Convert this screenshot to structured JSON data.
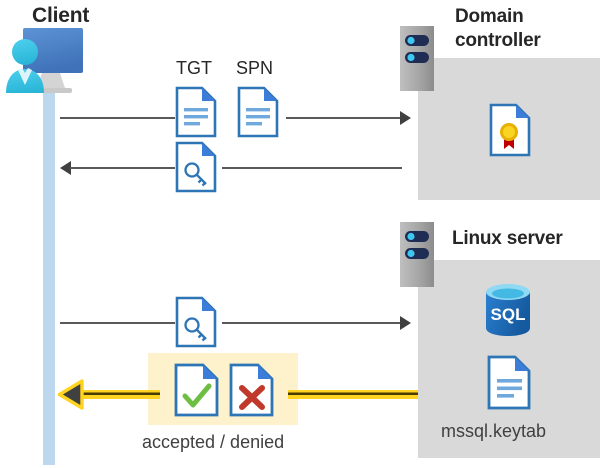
{
  "diagram": {
    "title": "Kerberos authentication flow between client, domain controller and Linux server",
    "colors": {
      "panel_gray": "#d9d9d9",
      "highlight_yellow": "#fdf2cc",
      "lifeline_blue": "#bdd7ee",
      "gold": "#ffd320",
      "doc_blue": "#3b7dd8",
      "doc_border": "#2e75b6",
      "line_gray": "#595959",
      "heading_black": "#262626",
      "sql_blue": "#1b6ec2",
      "accept_green": "#6fbe44",
      "deny_red": "#c0392b",
      "seal_gold": "#f2c200",
      "seal_red": "#c00000",
      "person_cyan": "#38c6e8",
      "monitor_blue": "#4a86c8",
      "server_gray": "#a6a6a6",
      "server_bar_navy": "#1f2d54"
    },
    "actors": {
      "client": {
        "label": "Client",
        "icon": "user-with-monitor-icon"
      },
      "domain_controller": {
        "label": "Domain\ncontroller",
        "label_line1": "Domain",
        "label_line2": "controller",
        "icon": "server-rack-icon",
        "contents": [
          {
            "name": "certificate-document-icon",
            "label": ""
          }
        ]
      },
      "linux_server": {
        "label": "Linux server",
        "icon": "server-rack-icon",
        "contents": [
          {
            "name": "sql-database-icon",
            "label": "SQL"
          },
          {
            "name": "keytab-document-icon",
            "label": "mssql.keytab"
          }
        ]
      }
    },
    "messages": [
      {
        "id": "msg-1",
        "direction": "right",
        "from": "client",
        "to": "domain_controller",
        "style": "thin-gray",
        "artifacts": [
          {
            "name": "tgt-document-icon",
            "label": "TGT"
          },
          {
            "name": "spn-document-icon",
            "label": "SPN"
          }
        ]
      },
      {
        "id": "msg-2",
        "direction": "left",
        "from": "domain_controller",
        "to": "client",
        "style": "thin-gray",
        "artifacts": [
          {
            "name": "service-ticket-key-document-icon",
            "label": ""
          }
        ]
      },
      {
        "id": "msg-3",
        "direction": "right",
        "from": "client",
        "to": "linux_server",
        "style": "thin-gray",
        "artifacts": [
          {
            "name": "service-ticket-key-document-icon",
            "label": ""
          }
        ]
      },
      {
        "id": "msg-4",
        "direction": "left",
        "from": "linux_server",
        "to": "client",
        "style": "gold-thick",
        "caption": "accepted / denied",
        "artifacts": [
          {
            "name": "accepted-document-icon",
            "label": ""
          },
          {
            "name": "denied-document-icon",
            "label": ""
          }
        ]
      }
    ],
    "labels": {
      "tgt": "TGT",
      "spn": "SPN",
      "accepted_denied": "accepted / denied",
      "keytab": "mssql.keytab",
      "sql": "SQL",
      "client": "Client",
      "dc_line1": "Domain",
      "dc_line2": "controller",
      "linux": "Linux server"
    }
  }
}
